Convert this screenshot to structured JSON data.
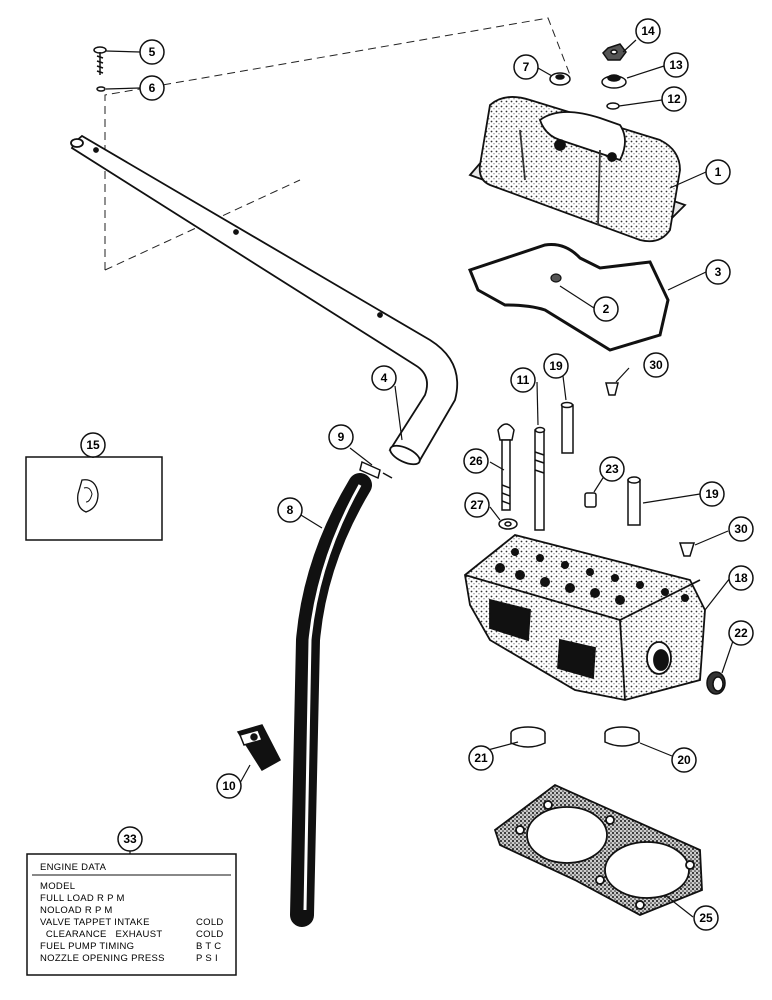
{
  "callouts": [
    {
      "id": "c1",
      "text": "1"
    },
    {
      "id": "c2",
      "text": "2"
    },
    {
      "id": "c3",
      "text": "3"
    },
    {
      "id": "c4",
      "text": "4"
    },
    {
      "id": "c5",
      "text": "5"
    },
    {
      "id": "c6",
      "text": "6"
    },
    {
      "id": "c7",
      "text": "7"
    },
    {
      "id": "c8",
      "text": "8"
    },
    {
      "id": "c9",
      "text": "9"
    },
    {
      "id": "c10",
      "text": "10"
    },
    {
      "id": "c11",
      "text": "11"
    },
    {
      "id": "c12",
      "text": "12"
    },
    {
      "id": "c13",
      "text": "13"
    },
    {
      "id": "c14",
      "text": "14"
    },
    {
      "id": "c15",
      "text": "15"
    },
    {
      "id": "c18",
      "text": "18"
    },
    {
      "id": "c19a",
      "text": "19"
    },
    {
      "id": "c19b",
      "text": "19"
    },
    {
      "id": "c20",
      "text": "20"
    },
    {
      "id": "c21",
      "text": "21"
    },
    {
      "id": "c22",
      "text": "22"
    },
    {
      "id": "c23",
      "text": "23"
    },
    {
      "id": "c25",
      "text": "25"
    },
    {
      "id": "c26",
      "text": "26"
    },
    {
      "id": "c27",
      "text": "27"
    },
    {
      "id": "c30a",
      "text": "30"
    },
    {
      "id": "c30b",
      "text": "30"
    },
    {
      "id": "c33",
      "text": "33"
    }
  ],
  "engine_data_plate": {
    "title": "ENGINE DATA",
    "rows": [
      {
        "label": "MODEL",
        "value": ""
      },
      {
        "label": "FULL LOAD R P M",
        "value": ""
      },
      {
        "label": "NOLOAD R P M",
        "value": ""
      },
      {
        "label": "VALVE TAPPET   INTAKE",
        "value": "COLD"
      },
      {
        "label": "  CLEARANCE   EXHAUST",
        "value": "COLD"
      },
      {
        "label": "FUEL PUMP TIMING",
        "value": "B T C"
      },
      {
        "label": "NOZZLE OPENING PRESS",
        "value": "P S I"
      }
    ]
  },
  "colors": {
    "ink": "#111111",
    "paper": "#ffffff",
    "shade": "#555555"
  }
}
